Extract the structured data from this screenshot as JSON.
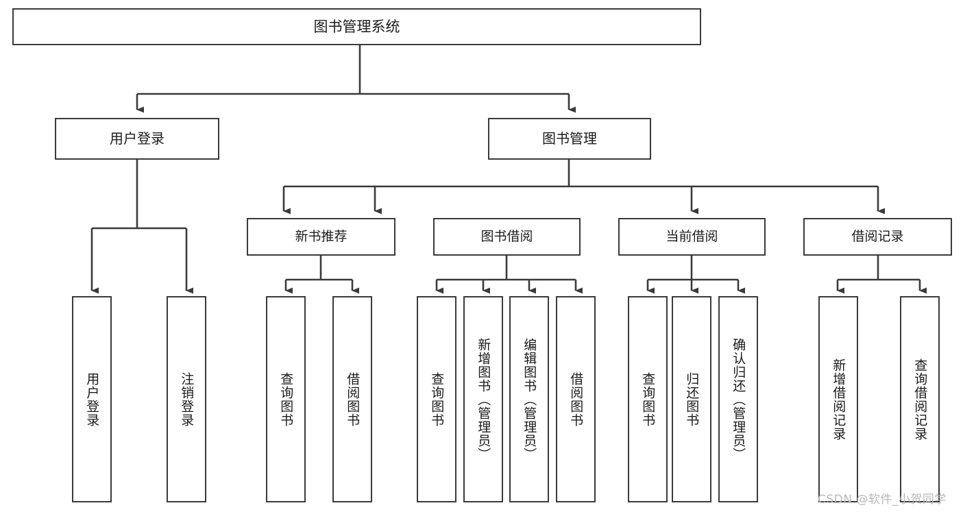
{
  "diagram": {
    "title_node": {
      "label": "图书管理系统"
    },
    "level1": [
      {
        "id": "user-login",
        "label": "用户登录"
      },
      {
        "id": "book-manage",
        "label": "图书管理"
      }
    ],
    "level2": [
      {
        "id": "new-book-recommend",
        "label": "新书推荐"
      },
      {
        "id": "book-borrow",
        "label": "图书借阅"
      },
      {
        "id": "current-borrow",
        "label": "当前借阅"
      },
      {
        "id": "borrow-record",
        "label": "借阅记录"
      }
    ],
    "leaves": [
      {
        "id": "leaf-user-login",
        "label": "用户登录",
        "parent": "user-login"
      },
      {
        "id": "leaf-user-logout",
        "label": "注销登录",
        "parent": "user-login"
      },
      {
        "id": "leaf-query-book-1",
        "label": "查询图书",
        "parent": "new-book-recommend"
      },
      {
        "id": "leaf-borrow-book-1",
        "label": "借阅图书",
        "parent": "new-book-recommend"
      },
      {
        "id": "leaf-query-book-2",
        "label": "查询图书",
        "parent": "book-borrow"
      },
      {
        "id": "leaf-add-book",
        "label": "新增图书（管理员）",
        "parent": "book-borrow"
      },
      {
        "id": "leaf-edit-book",
        "label": "编辑图书（管理员）",
        "parent": "book-borrow"
      },
      {
        "id": "leaf-borrow-book-2",
        "label": "借阅图书",
        "parent": "book-borrow"
      },
      {
        "id": "leaf-query-book-3",
        "label": "查询图书",
        "parent": "current-borrow"
      },
      {
        "id": "leaf-return-book",
        "label": "归还图书",
        "parent": "current-borrow"
      },
      {
        "id": "leaf-confirm-return",
        "label": "确认归还（管理员）",
        "parent": "current-borrow"
      },
      {
        "id": "leaf-add-record",
        "label": "新增借阅记录",
        "parent": "borrow-record"
      },
      {
        "id": "leaf-query-record",
        "label": "查询借阅记录",
        "parent": "borrow-record"
      }
    ],
    "colors": {
      "stroke": "#3a3a3a",
      "background": "#ffffff",
      "text": "#1b1b1b",
      "watermark": "#b9b9b9"
    }
  },
  "watermark": {
    "text": "CSDN @软件_小贺同学"
  }
}
